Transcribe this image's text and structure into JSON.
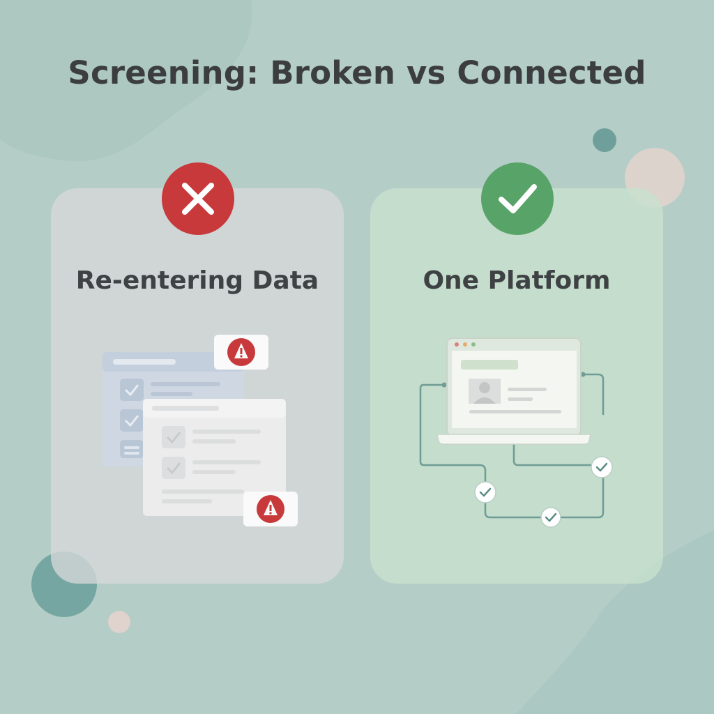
{
  "title": "Screening: Broken vs Connected",
  "panels": {
    "left": {
      "label": "Re-entering Data",
      "status_icon": "x-icon",
      "status_color": "#c8393b",
      "alert_icon": "warning-icon"
    },
    "right": {
      "label": "One Platform",
      "status_icon": "check-icon",
      "status_color": "#58a368",
      "connection_icon": "check-icon"
    }
  },
  "colors": {
    "background": "#b4cdc7",
    "connector": "#6f9c95",
    "alert": "#c8393b",
    "text": "#3b3d3e"
  }
}
